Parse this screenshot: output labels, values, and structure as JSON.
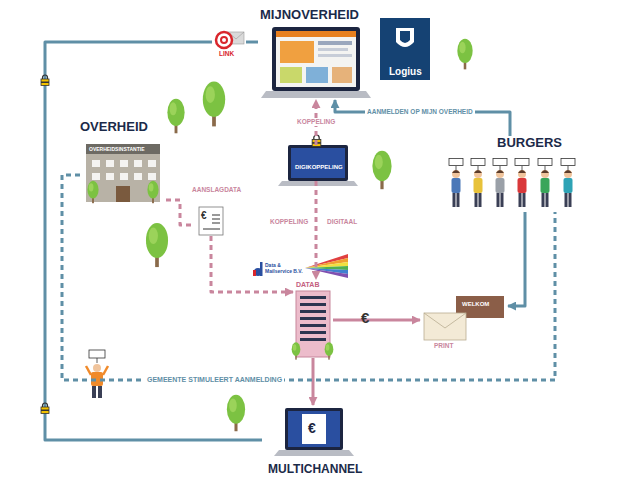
{
  "diagram": {
    "nodes": [
      {
        "text": [
          "MIJNOVERHEID"
        ]
      },
      {
        "text": [
          "Logius"
        ]
      },
      {
        "text": [
          "OVERHEID",
          "OVERHEIDSINSTANTIE"
        ]
      },
      {
        "text": [
          "DIGIKOPPELING"
        ]
      },
      {
        "text": [
          "BURGERS"
        ]
      },
      {
        "text": [
          "AANSLAGDATA"
        ]
      },
      {
        "text": [
          "Data & Mailservice B.V."
        ]
      },
      {
        "text": [
          "DATAB"
        ]
      },
      {
        "text": [
          "WELKOM",
          "PRINT"
        ]
      },
      {
        "text": [
          "MULTICHANNEL"
        ]
      },
      {
        "text": [
          "LINK"
        ]
      }
    ],
    "edges": [
      {
        "from": 4,
        "to": 0,
        "arrow": "to",
        "label": "AANMELDEN OP MIJN OVERHEID"
      },
      {
        "from": 3,
        "to": 0,
        "arrow": "to",
        "label": "KOPPELING"
      },
      {
        "from": 3,
        "to": 7,
        "arrow": "to",
        "label": "KOPPELING"
      },
      {
        "from": 2,
        "to": 5,
        "arrow": "none"
      },
      {
        "from": 5,
        "to": 7,
        "arrow": "to"
      },
      {
        "from": 7,
        "to": 8,
        "arrow": "to"
      },
      {
        "from": 4,
        "to": 8,
        "arrow": "to"
      },
      {
        "from": 7,
        "to": 9,
        "arrow": "to"
      },
      {
        "from": 9,
        "to": 10,
        "arrow": "none"
      },
      {
        "from": 10,
        "to": 0,
        "arrow": "none"
      },
      {
        "from": 2,
        "to": 4,
        "arrow": "none",
        "label": "GEMEENTE STIMULEERT AANMELDING"
      }
    ],
    "labels": [
      "DIGITAAL",
      "€",
      "€",
      "€"
    ]
  }
}
